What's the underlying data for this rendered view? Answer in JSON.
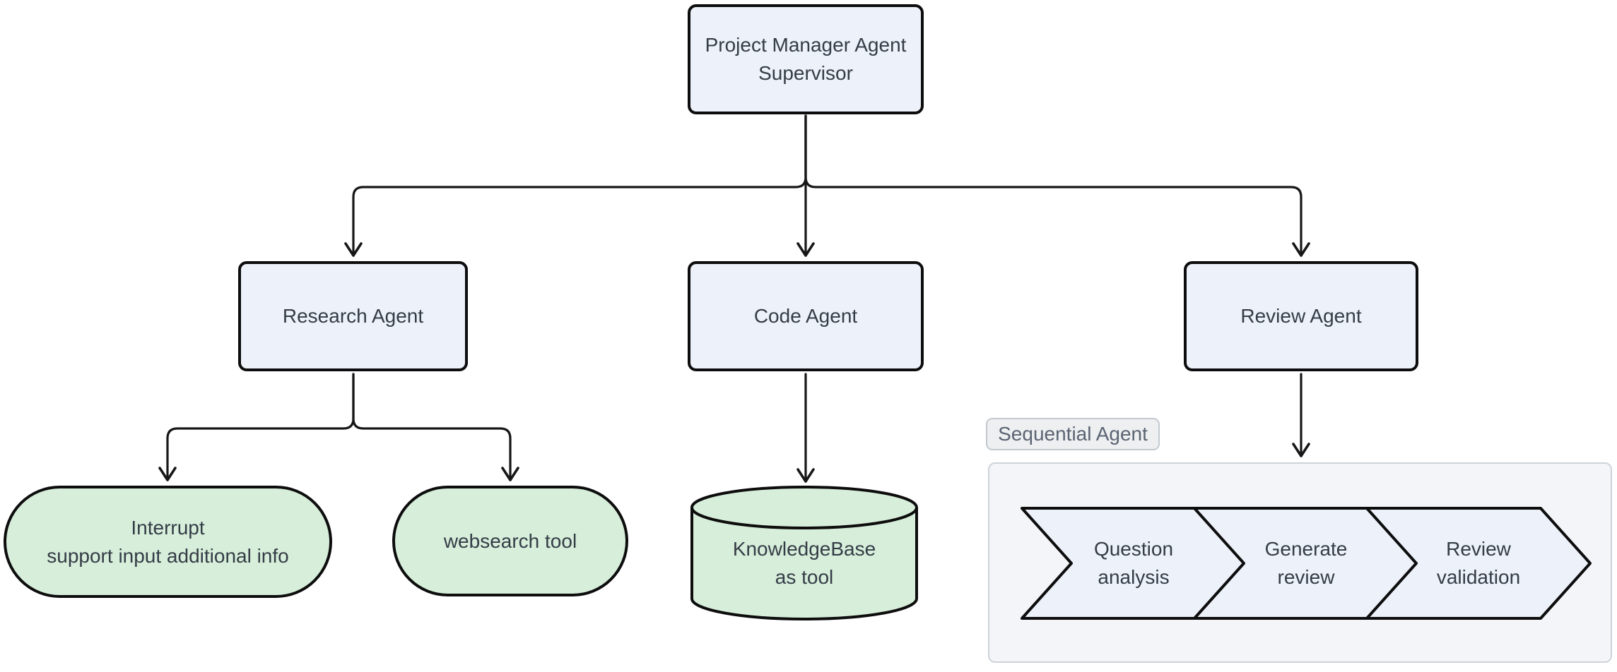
{
  "diagram": {
    "type": "flowchart",
    "colors": {
      "background": "#ffffff",
      "agent_node_fill": "#ecf1fa",
      "tool_node_fill": "#d7eeda",
      "node_border": "#0d0d0d",
      "edge_stroke": "#171717",
      "node_text": "#343c46",
      "subgraph_fill": "#f3f5f8",
      "subgraph_border": "#cdd3d9",
      "subgraph_title_fill": "#edeff1",
      "subgraph_title_border": "#c3c9cf",
      "subgraph_title_text": "#5b6472"
    },
    "nodes": {
      "supervisor": {
        "label": "Project Manager Agent\nSupervisor",
        "shape": "rounded-rect"
      },
      "research": {
        "label": "Research Agent",
        "shape": "rounded-rect"
      },
      "code": {
        "label": "Code Agent",
        "shape": "rounded-rect"
      },
      "review": {
        "label": "Review Agent",
        "shape": "rounded-rect"
      },
      "interrupt": {
        "label": "Interrupt\nsupport input additional info",
        "shape": "stadium"
      },
      "websearch": {
        "label": "websearch tool",
        "shape": "stadium"
      },
      "knowledgebase": {
        "label": "KnowledgeBase\nas tool",
        "shape": "cylinder"
      },
      "question_analysis": {
        "label": "Question\nanalysis",
        "shape": "chevron"
      },
      "generate_review": {
        "label": "Generate\nreview",
        "shape": "chevron"
      },
      "review_validation": {
        "label": "Review\nvalidation",
        "shape": "chevron"
      }
    },
    "subgraph": {
      "title": "Sequential Agent",
      "children": [
        "question_analysis",
        "generate_review",
        "review_validation"
      ]
    },
    "edges": [
      {
        "from": "supervisor",
        "to": "research"
      },
      {
        "from": "supervisor",
        "to": "code"
      },
      {
        "from": "supervisor",
        "to": "review"
      },
      {
        "from": "research",
        "to": "interrupt"
      },
      {
        "from": "research",
        "to": "websearch"
      },
      {
        "from": "code",
        "to": "knowledgebase"
      },
      {
        "from": "review",
        "to": "sequential_agent"
      }
    ]
  }
}
